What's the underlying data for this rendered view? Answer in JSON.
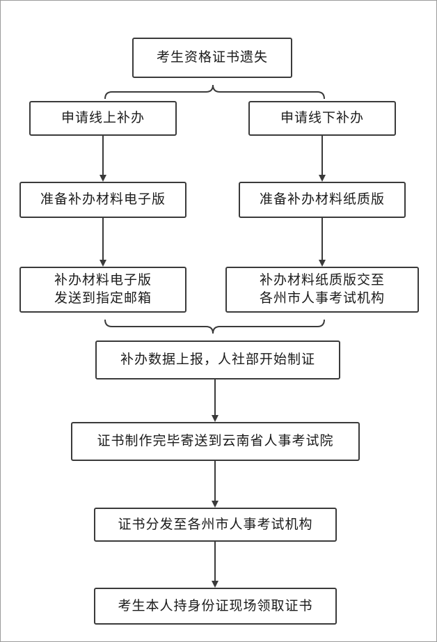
{
  "flowchart": {
    "start": "考生资格证书遗失",
    "online_branch": "申请线上补办",
    "offline_branch": "申请线下补办",
    "online_prepare": "准备补办材料电子版",
    "offline_prepare": "准备补办材料纸质版",
    "online_send_line1": "补办材料电子版",
    "online_send_line2": "发送到指定邮箱",
    "offline_send_line1": "补办材料纸质版交至",
    "offline_send_line2": "各州市人事考试机构",
    "report": "补办数据上报，人社部开始制证",
    "mail": "证书制作完毕寄送到云南省人事考试院",
    "distribute": "证书分发至各州市人事考试机构",
    "collect": "考生本人持身份证现场领取证书"
  }
}
